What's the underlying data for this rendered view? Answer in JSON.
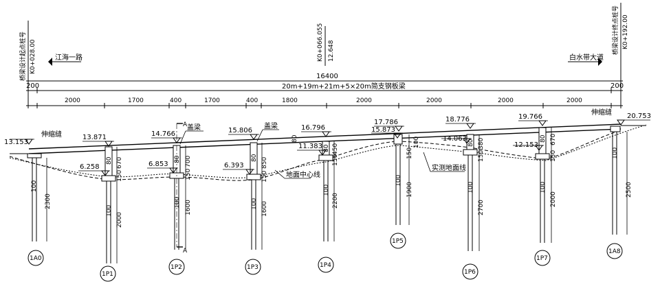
{
  "title_span": "20m+19m+21m+5×20m简支钢板梁",
  "total_length": "16400",
  "end_overhang_left": "200",
  "end_overhang_right": "200",
  "start_station": {
    "label": "桥梁设计起点桩号",
    "station": "K0+028.00"
  },
  "mid_station": {
    "station": "K0+066.055",
    "elevation": "12.648"
  },
  "end_station": {
    "label": "桥梁设计终点桩号",
    "station": "K0+192.00"
  },
  "road_left": "江海一路",
  "road_right": "白水带大道",
  "span_dims": [
    "2000",
    "1700",
    "400",
    "1700",
    "400",
    "1800",
    "2000",
    "2000",
    "2000",
    "2000"
  ],
  "labels": {
    "expansion_joint": "伸缩缝",
    "cap_beam": "盖梁",
    "ground_centerline": "地面中心线",
    "measured_ground": "实测地面线",
    "section_mark": "A",
    "cross_section_num": "80"
  },
  "deck_elevations": [
    "13.153",
    "13.871",
    "14.766",
    "15.806",
    "16.796",
    "17.786",
    "18.776",
    "19.766",
    "20.753"
  ],
  "lower_elevations": [
    "6.258",
    "6.853",
    "6.393",
    "11.383",
    "15.873",
    "14.063",
    "12.153"
  ],
  "piers": [
    {
      "name": "1A0",
      "pile_len": "2300",
      "dia": "100",
      "cap_h": "",
      "col_h": ""
    },
    {
      "name": "1P1",
      "pile_len": "2000",
      "dia": "100",
      "cap_h": "150",
      "col_h": "670"
    },
    {
      "name": "1P2",
      "pile_len": "1600",
      "dia": "100",
      "cap_h": "150",
      "col_h": "700"
    },
    {
      "name": "1P3",
      "pile_len": "1600",
      "dia": "100",
      "cap_h": "150",
      "col_h": "850"
    },
    {
      "name": "1P4",
      "pile_len": "2200",
      "dia": "100",
      "cap_h": "150",
      "col_h": "450"
    },
    {
      "name": "1P5",
      "pile_len": "1900",
      "dia": "100",
      "cap_h": "150",
      "col_h": "100"
    },
    {
      "name": "1P6",
      "pile_len": "2700",
      "dia": "100",
      "cap_h": "150",
      "col_h": "380"
    },
    {
      "name": "1P7",
      "pile_len": "2000",
      "dia": "100",
      "cap_h": "150",
      "col_h": "670"
    },
    {
      "name": "1A8",
      "pile_len": "2500",
      "dia": "100",
      "cap_h": "",
      "col_h": ""
    }
  ],
  "column_dia": "80"
}
